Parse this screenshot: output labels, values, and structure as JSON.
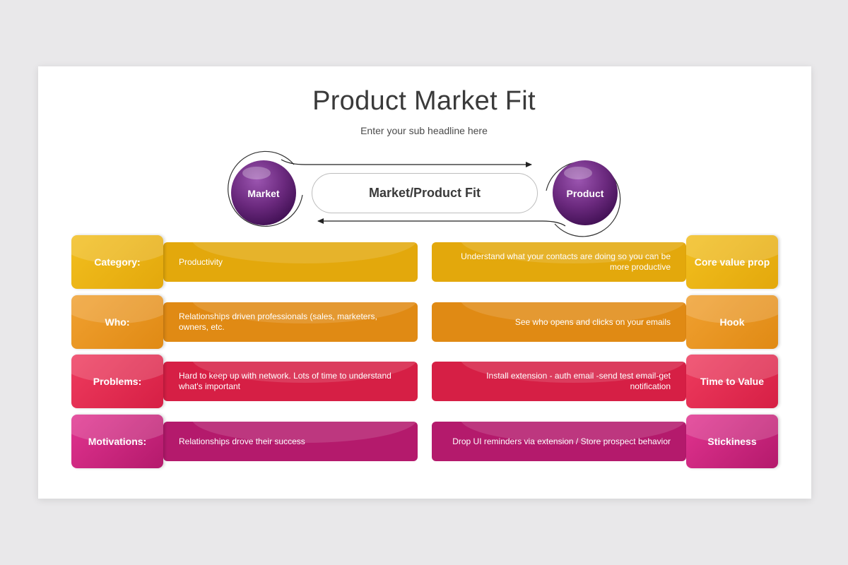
{
  "header": {
    "title": "Product Market Fit",
    "subtitle": "Enter your sub headline here"
  },
  "cycle": {
    "left_circle": "Market",
    "right_circle": "Product",
    "center_label": "Market/Product Fit"
  },
  "rows_left": [
    {
      "label": "Category:",
      "text": "Productivity",
      "tab_color": "#f2be1e",
      "bar_color": "#e3a80c"
    },
    {
      "label": "Who:",
      "text": "Relationships driven professionals (sales, marketers, owners, etc.",
      "tab_color": "#f0a030",
      "bar_color": "#e08a14"
    },
    {
      "label": "Problems:",
      "text": "Hard to keep up with network. Lots of time to understand what's important",
      "tab_color": "#ee3b5e",
      "bar_color": "#d61f45"
    },
    {
      "label": "Motivations:",
      "text": "Relationships drove their success",
      "tab_color": "#e1338f",
      "bar_color": "#b41a6c"
    }
  ],
  "rows_right": [
    {
      "label": "Core value prop",
      "text": "Understand what your contacts are doing so you can be more productive",
      "tab_color": "#f2be1e",
      "bar_color": "#e3a80c"
    },
    {
      "label": "Hook",
      "text": "See who opens and clicks on your emails",
      "tab_color": "#f0a030",
      "bar_color": "#e08a14"
    },
    {
      "label": "Time to Value",
      "text": "Install extension - auth email -send test email-get notification",
      "tab_color": "#ee3b5e",
      "bar_color": "#d61f45"
    },
    {
      "label": "Stickiness",
      "text": "Drop UI reminders via extension / Store prospect behavior",
      "tab_color": "#e1338f",
      "bar_color": "#b41a6c"
    }
  ],
  "colors": {
    "circle": "#6c2a7f",
    "circle_dark": "#4b1560"
  }
}
